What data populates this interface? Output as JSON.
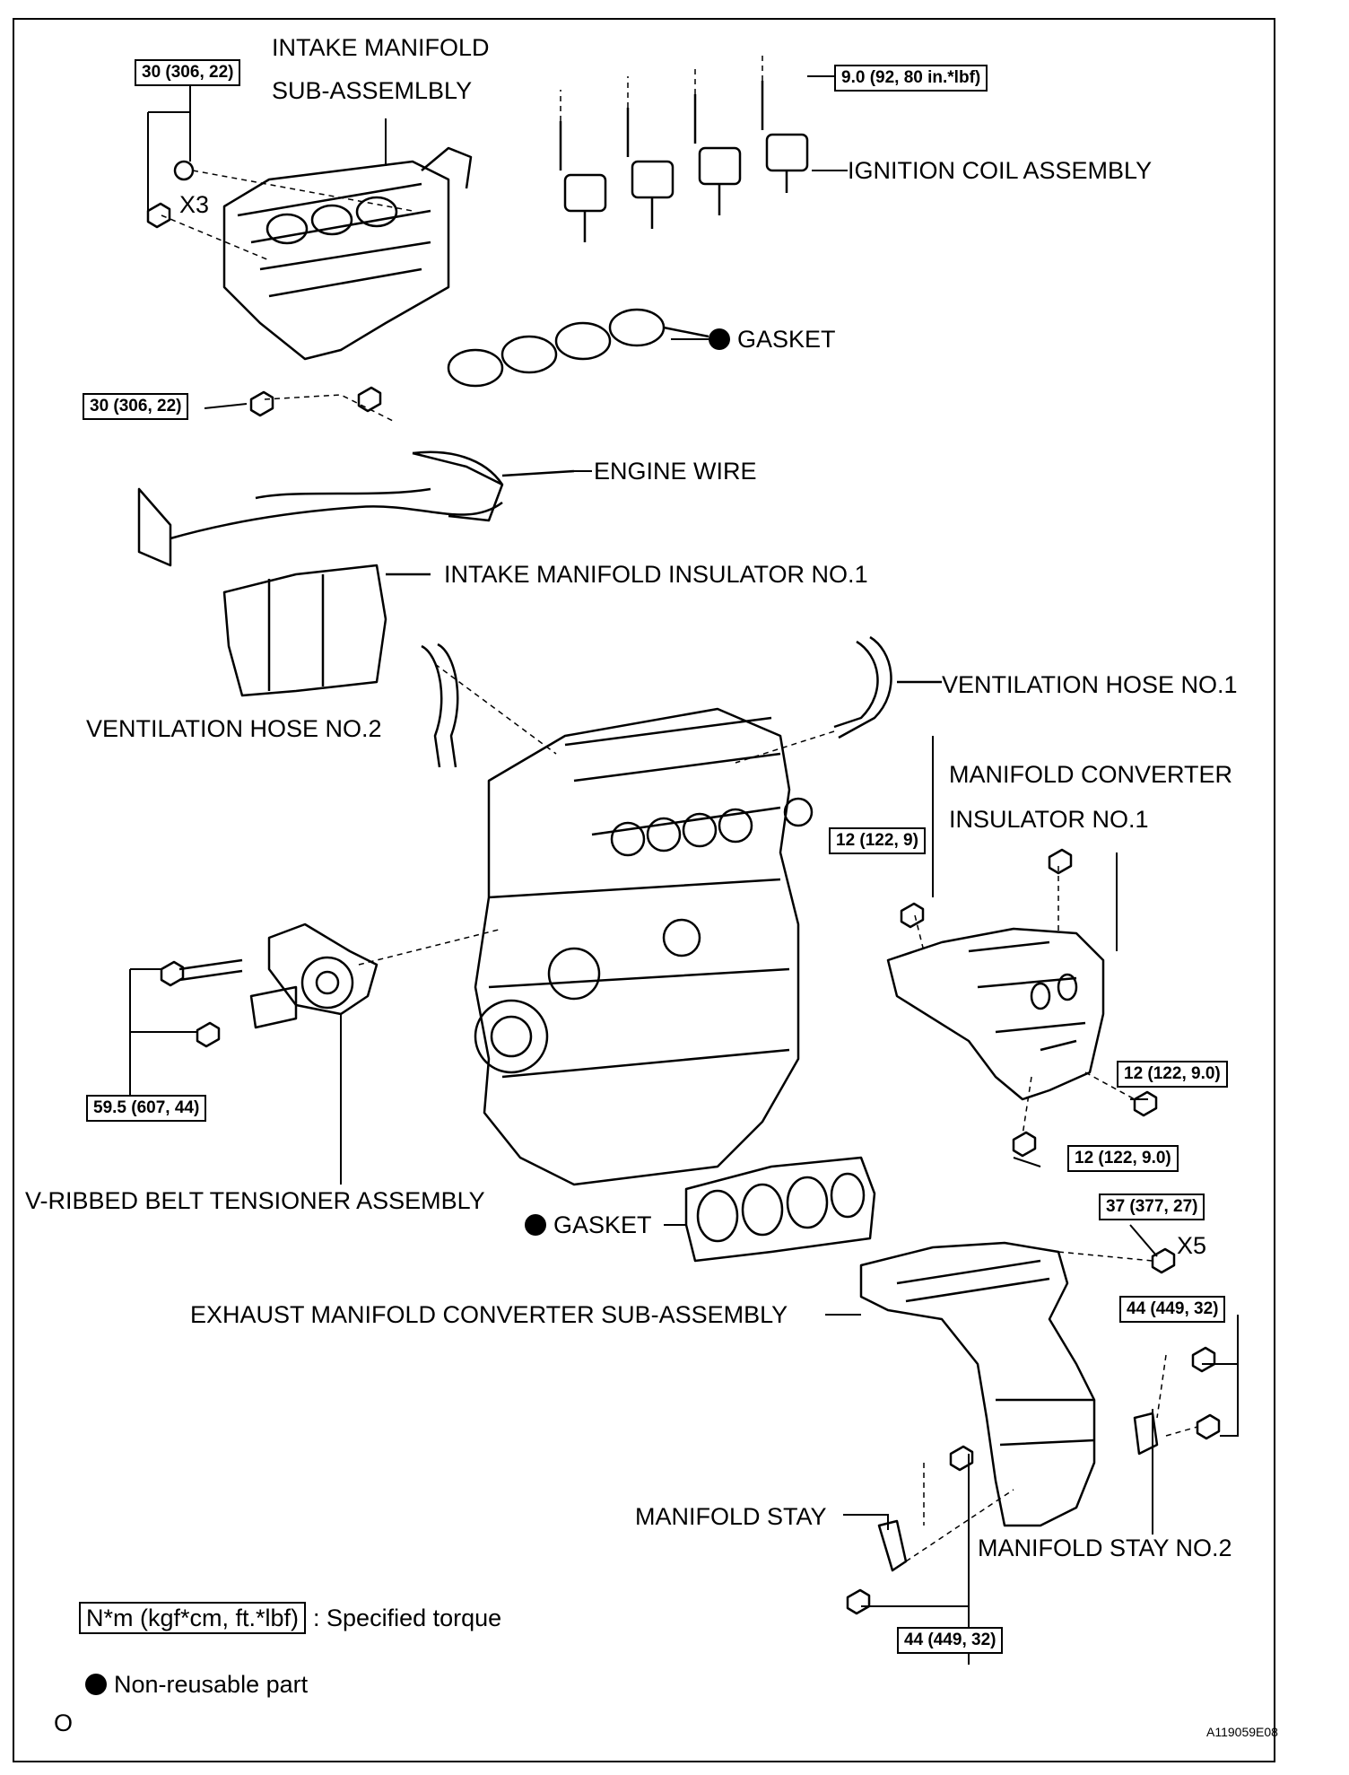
{
  "labels": {
    "intake_manifold_1": "INTAKE MANIFOLD",
    "intake_manifold_2": "SUB-ASSEMLBLY",
    "x3": "X3",
    "ignition_coil": "IGNITION COIL ASSEMBLY",
    "gasket_top": "GASKET",
    "engine_wire": "ENGINE WIRE",
    "intake_insulator": "INTAKE MANIFOLD INSULATOR NO.1",
    "vent_hose_1": "VENTILATION HOSE NO.1",
    "vent_hose_2": "VENTILATION HOSE NO.2",
    "manifold_conv_ins_1": "MANIFOLD CONVERTER",
    "manifold_conv_ins_2": "INSULATOR NO.1",
    "vbelt_tensioner": "V-RIBBED BELT TENSIONER ASSEMBLY",
    "gasket_bottom": "GASKET",
    "exhaust_manifold": "EXHAUST MANIFOLD CONVERTER SUB-ASSEMBLY",
    "x5": "X5",
    "manifold_stay": "MANIFOLD STAY",
    "manifold_stay_2": "MANIFOLD STAY NO.2"
  },
  "torques": {
    "intake_top": "30 (306, 22)",
    "intake_bottom": "30 (306, 22)",
    "ignition_coil": "9.0 (92, 80 in.*lbf)",
    "insulator_top": "12 (122, 9)",
    "insulator_right": "12 (122, 9.0)",
    "insulator_bottom": "12 (122, 9.0)",
    "tensioner": "59.5 (607, 44)",
    "exhaust_nut": "37 (377, 27)",
    "stay_2": "44 (449, 32)",
    "stay": "44 (449, 32)"
  },
  "legend": {
    "torque_box": "N*m (kgf*cm, ft.*lbf)",
    "torque_text": ": Specified torque",
    "nonreusable": "Non-reusable part",
    "footer_mark": "O",
    "figure_code": "A119059E08"
  }
}
